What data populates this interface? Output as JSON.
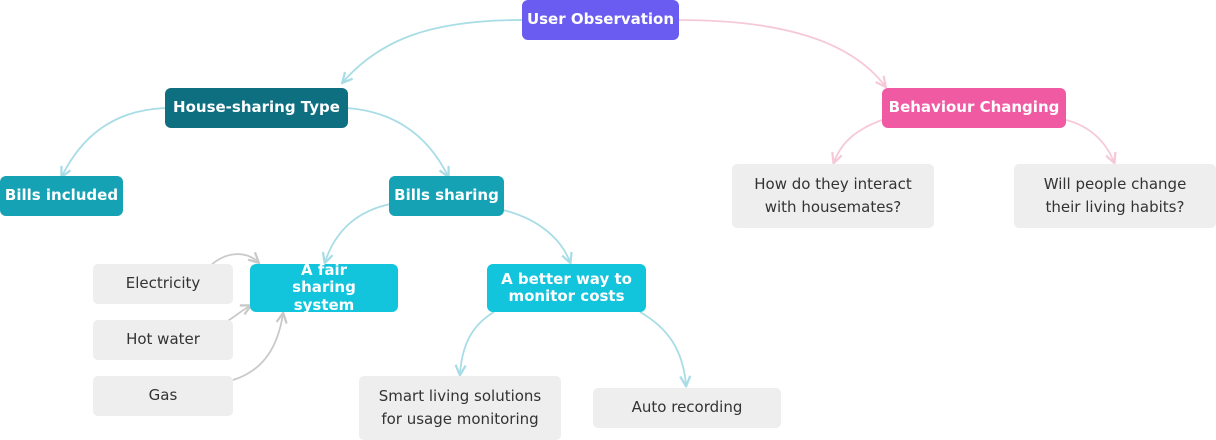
{
  "diagram": {
    "title": "User Observation",
    "colors": {
      "purple": "#6a5cf0",
      "teal_dark": "#0e6f80",
      "teal": "#15a2b4",
      "cyan": "#12c4dc",
      "pink": "#ef5aa2",
      "light_box": "#eeeeee",
      "edge_teal": "#a8dde6",
      "edge_pink": "#f6c9d9",
      "edge_grey": "#c9c9c9"
    },
    "nodes": {
      "user_observation": "User Observation",
      "house_sharing_type": "House-sharing Type",
      "behaviour_changing": "Behaviour Changing",
      "bills_included": "Bills included",
      "bills_sharing": "Bills sharing",
      "interact_housemates": "How do they interact with housemates?",
      "change_habits": "Will people change their living habits?",
      "fair_sharing_system": "A fair sharing system",
      "monitor_costs": "A better way to monitor costs",
      "electricity": "Electricity",
      "hot_water": "Hot water",
      "gas": "Gas",
      "smart_living": "Smart living solutions for usage monitoring",
      "auto_recording": "Auto recording"
    }
  }
}
